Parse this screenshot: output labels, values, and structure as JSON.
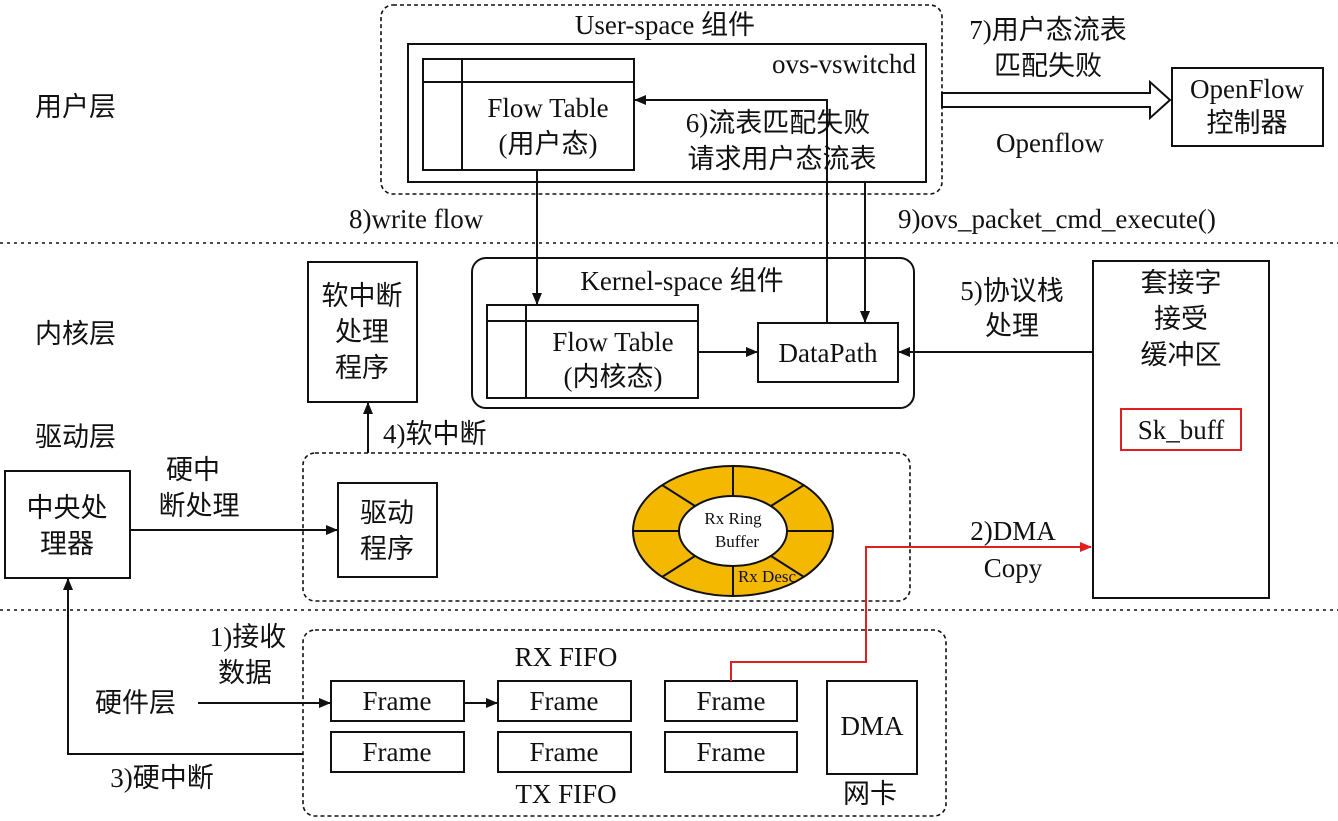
{
  "layers": {
    "user": "用户层",
    "kernel": "内核层",
    "driver": "驱动层",
    "hardware": "硬件层"
  },
  "user_space": {
    "title": "User-space 组件",
    "process": "ovs-vswitchd",
    "flow_table_line1": "Flow Table",
    "flow_table_line2": "(用户态)"
  },
  "openflow": {
    "controller_line1": "OpenFlow",
    "controller_line2": "控制器",
    "link_label": "Openflow"
  },
  "kernel_space": {
    "title": "Kernel-space 组件",
    "flow_table_line1": "Flow Table",
    "flow_table_line2": "(内核态)",
    "datapath": "DataPath"
  },
  "softirq_handler": {
    "line1": "软中断",
    "line2": "处理",
    "line3": "程序"
  },
  "socket_buffer": {
    "line1": "套接字",
    "line2": "接受",
    "line3": "缓冲区",
    "skb": "Sk_buff"
  },
  "cpu": {
    "line1": "中央处",
    "line2": "理器"
  },
  "driver": {
    "line1": "驱动",
    "line2": "程序"
  },
  "ring": {
    "line1": "Rx Ring",
    "line2": "Buffer",
    "desc": "Rx Desc"
  },
  "nic": {
    "rx_fifo": "RX FIFO",
    "tx_fifo": "TX FIFO",
    "frame": "Frame",
    "dma": "DMA",
    "nic_label": "网卡"
  },
  "steps": {
    "s1_line1": "1)接收",
    "s1_line2": "数据",
    "s2_line1": "2)DMA",
    "s2_line2": "Copy",
    "s3": "3)硬中断",
    "s4": "4)软中断",
    "s5_line1": "5)协议栈",
    "s5_line2": "处理",
    "s6_line1": "6)流表匹配失败",
    "s6_line2": "请求用户态流表",
    "s7_line1": "7)用户态流表",
    "s7_line2": "匹配失败",
    "s8": "8)write flow",
    "s9": "9)ovs_packet_cmd_execute()",
    "hard_irq_line1": "硬中",
    "hard_irq_line2": "断处理"
  },
  "colors": {
    "ring_fill": "#F5B800",
    "dma_path": "#E02020",
    "skb_border": "#E02020"
  }
}
